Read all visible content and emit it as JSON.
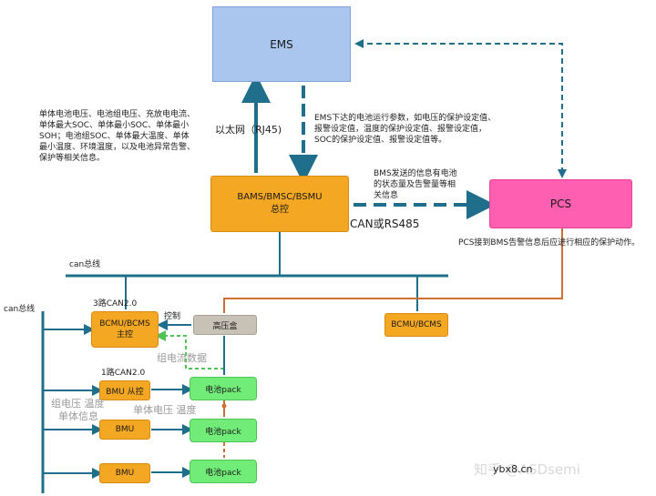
{
  "nodes": {
    "ems": "EMS",
    "bams_line1": "BAMS/BMSC/BSMU",
    "bams_line2": "总控",
    "pcs": "PCS",
    "bcmu_main_line1": "BCMU/BCMS",
    "bcmu_main_line2": "主控",
    "hv_box": "高压盒",
    "bcmu_right": "BCMU/BCMS",
    "bmu1": "BMU 从控",
    "bmu2": "BMU",
    "bmu3": "BMU",
    "pack1": "电池pack",
    "pack2": "电池pack",
    "pack3": "电池pack"
  },
  "labels": {
    "left_info": [
      "单体电池电压、电池组电压、充放电电流、",
      "单体最大SOC、单体最小SOC、单体最小",
      "SOH；电池组SOC、单体最大温度、单体",
      "最小温度、环境温度，以及电池异常告警、",
      "保护等相关信息。"
    ],
    "ethernet": "以太网（RJ45)",
    "ems_info": [
      "EMS下达的电池运行参数，如电压的保护设定值、",
      "报警设定值，温度的保护设定值、报警设定值，",
      "SOC的保护设定值、报警设定值等。"
    ],
    "bms_info": [
      "BMS发送的信息有电池",
      "的状态量及告警量等相",
      "关信息"
    ],
    "can_rs485": "CAN或RS485",
    "pcs_info": "PCS接到BMS告警信息后应进行相应的保护动作。",
    "can_bus_top": "can总线",
    "can_bus_left": "can总线",
    "can3": "3路CAN2.0",
    "control": "控制",
    "group_current": "组电流数据",
    "can1": "1路CAN2.0",
    "group_voltage": "组电压 温度",
    "cell_info": "单体信息",
    "cell_vt": "单体电压 温度"
  },
  "watermark": "知乎 @ASDsemi",
  "watermark_site": "ybx8.cn",
  "colors": {
    "ems": "#aac6ee",
    "bms": "#f4a722",
    "pcs": "#ff5fb0",
    "pack": "#72ec78",
    "hv": "#c8c1b6",
    "bus": "#1f6e8c",
    "power": "#cd6e33"
  }
}
